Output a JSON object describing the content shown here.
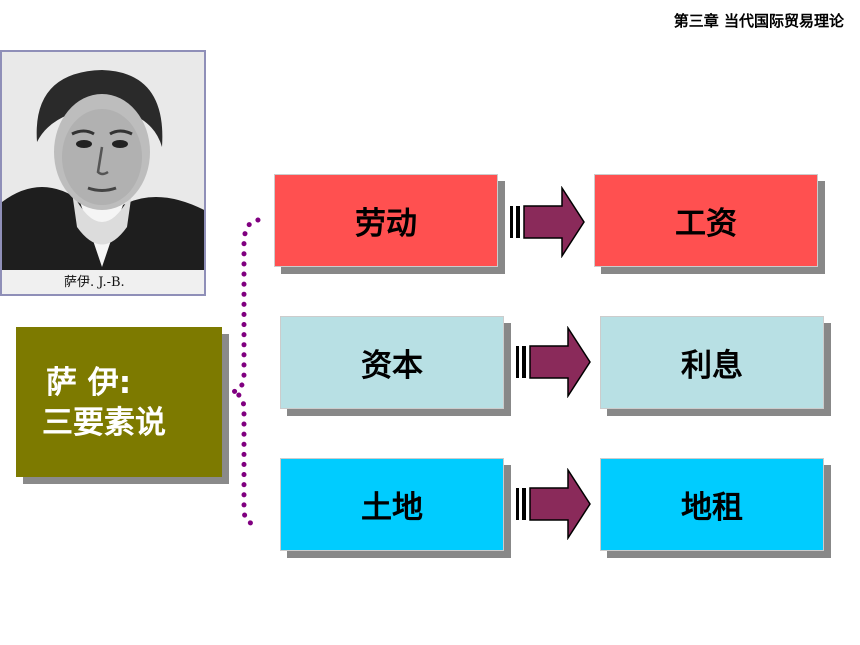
{
  "header": {
    "title": "第三章  当代国际贸易理论"
  },
  "portrait": {
    "caption": "萨伊. J.-B."
  },
  "theory": {
    "line1": "萨  伊:",
    "line2": "三要素说"
  },
  "rows": [
    {
      "factor": "劳动",
      "income": "工资",
      "color": "#ff5050"
    },
    {
      "factor": "资本",
      "income": "利息",
      "color": "#b8e0e4"
    },
    {
      "factor": "土地",
      "income": "地租",
      "color": "#00ccff"
    }
  ],
  "colors": {
    "theory_bg": "#7d7a00",
    "arrow": "#8a2a5a",
    "bracket": "#800080"
  }
}
